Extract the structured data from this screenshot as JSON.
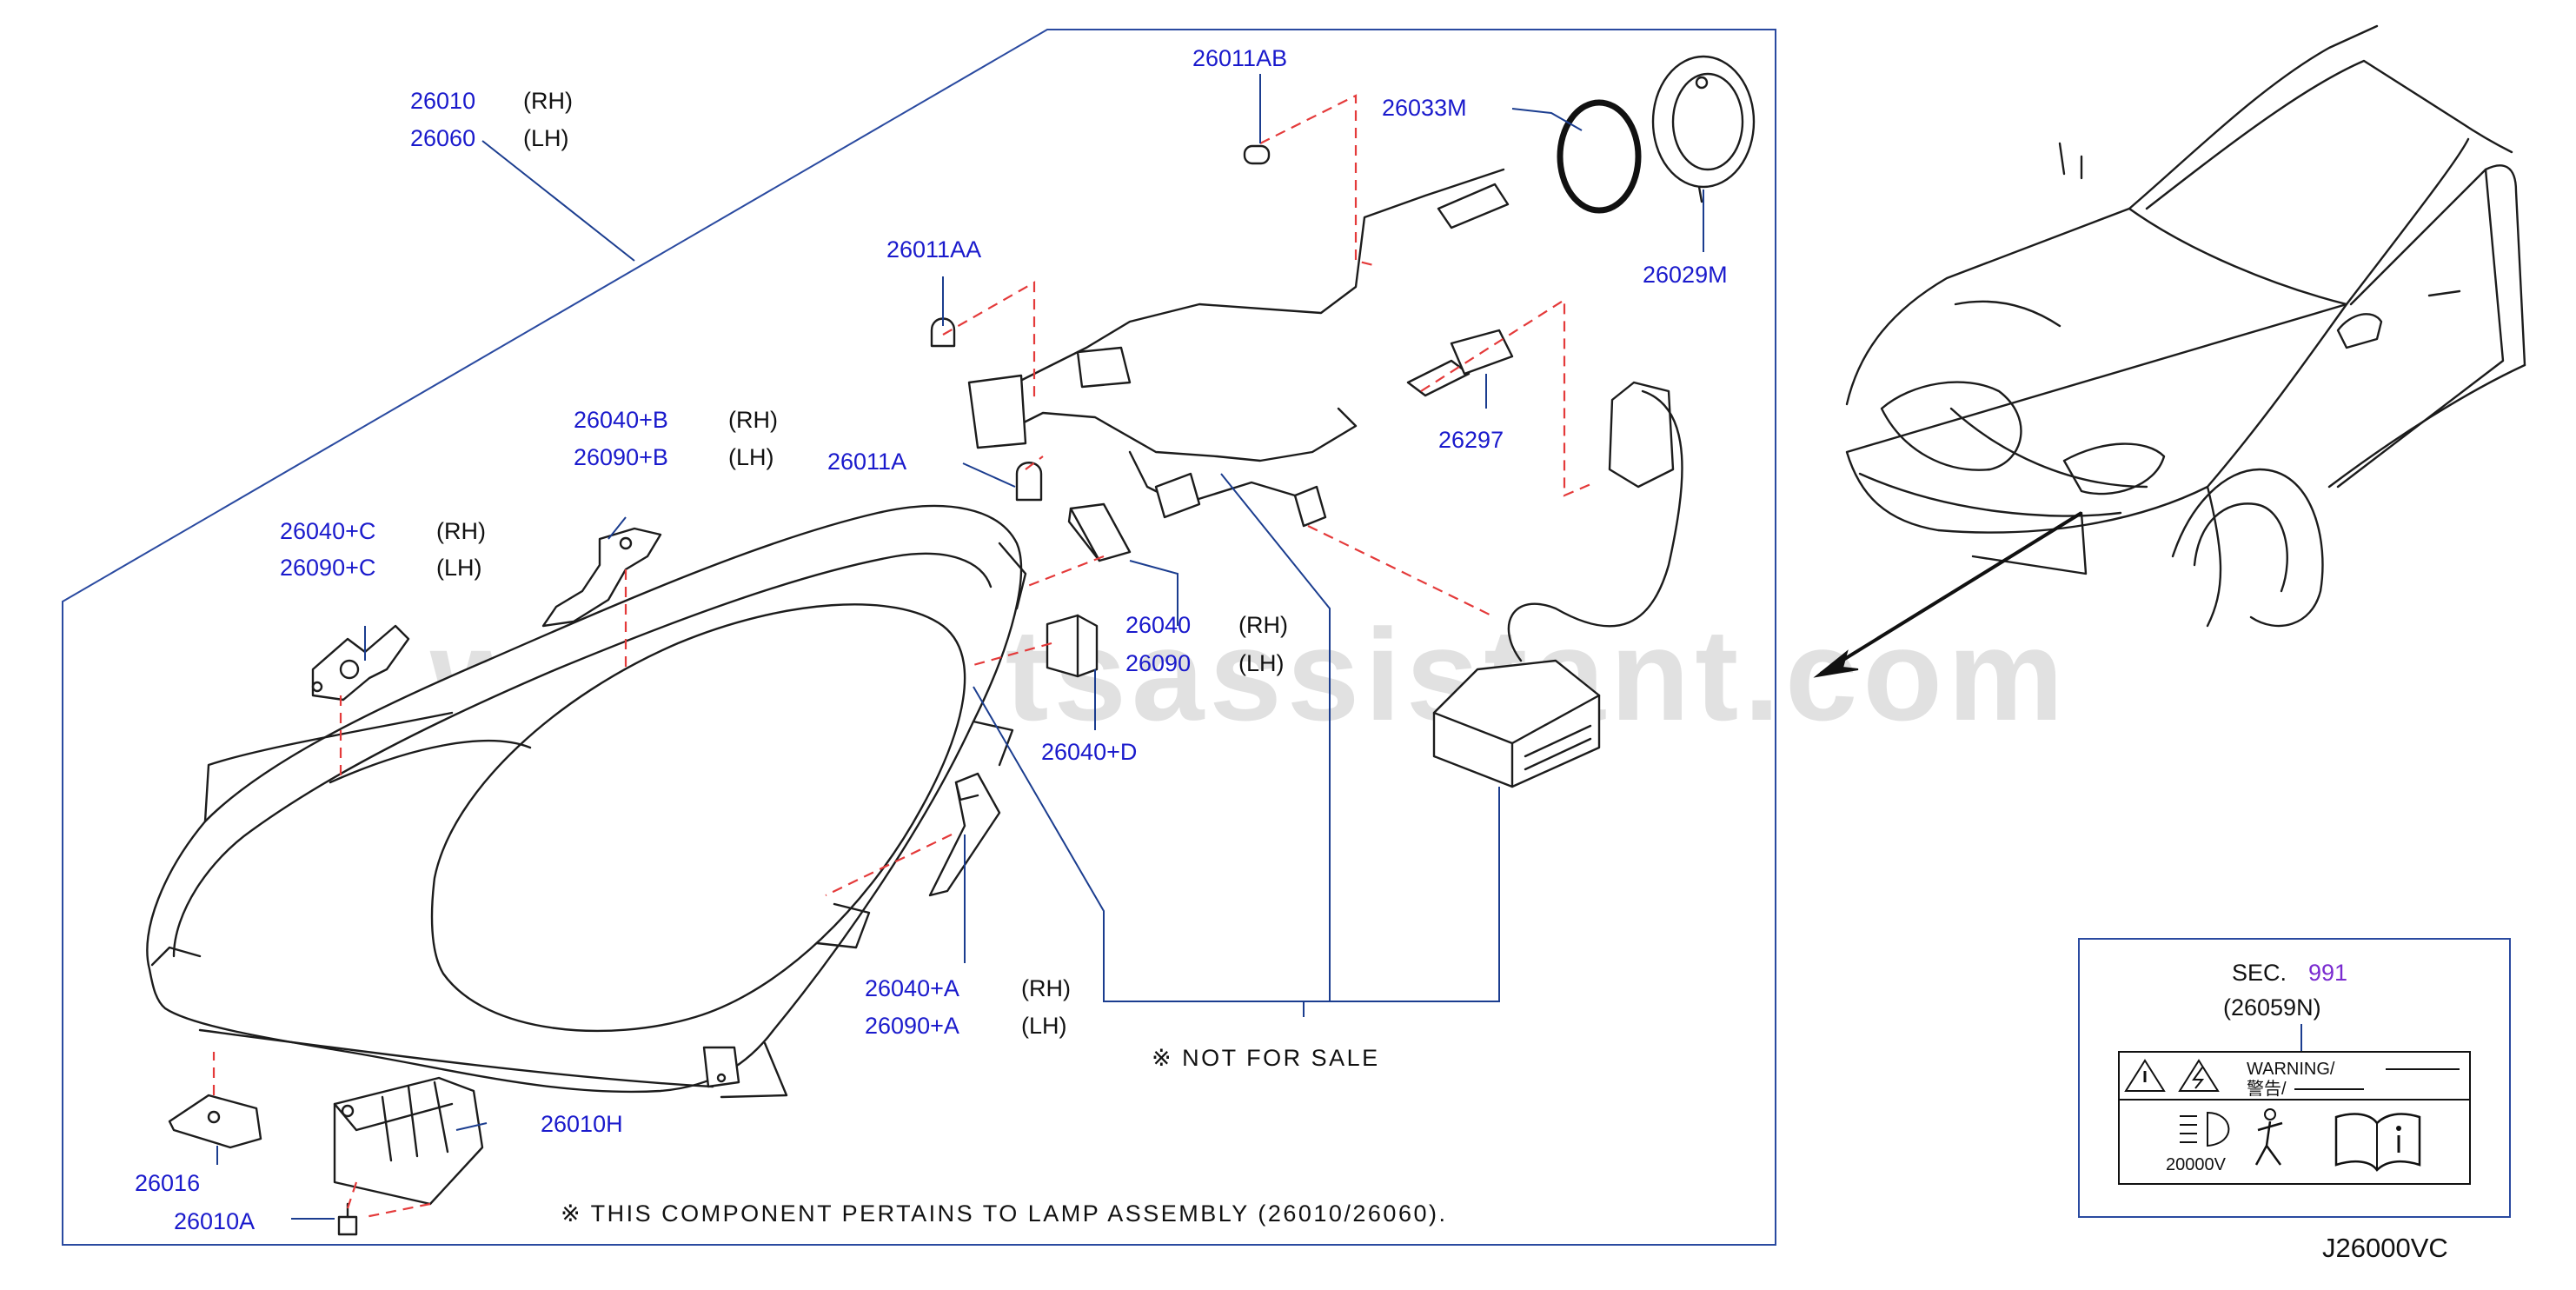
{
  "diagram": {
    "code": "J26000VC",
    "watermark": "www.partsassistant.com",
    "not_for_sale": "※ NOT FOR SALE",
    "component_note": "※ THIS COMPONENT PERTAINS TO LAMP ASSEMBLY (26010/26060)."
  },
  "labels": {
    "p26010": "26010",
    "p26010_side": "(RH)",
    "p26060": "26060",
    "p26060_side": "(LH)",
    "p26040b": "26040+B",
    "p26040b_side": "(RH)",
    "p26090b": "26090+B",
    "p26090b_side": "(LH)",
    "p26040c": "26040+C",
    "p26040c_side": "(RH)",
    "p26090c": "26090+C",
    "p26090c_side": "(LH)",
    "p26011ab": "26011AB",
    "p26033m": "26033M",
    "p26029m": "26029M",
    "p26011aa": "26011AA",
    "p26011a": "26011A",
    "p26297": "26297",
    "p26040": "26040",
    "p26040_side": "(RH)",
    "p26090": "26090",
    "p26090_side": "(LH)",
    "p26040d": "26040+D",
    "p26040a": "26040+A",
    "p26040a_side": "(RH)",
    "p26090a": "26090+A",
    "p26090a_side": "(LH)",
    "p26010h": "26010H",
    "p26016": "26016",
    "p26010a": "26010A"
  },
  "sec_box": {
    "sec_label": "SEC.",
    "sec_number": "991",
    "part": "(26059N)",
    "warning": "WARNING/",
    "warning_jp": "警告/",
    "voltage": "20000V"
  }
}
